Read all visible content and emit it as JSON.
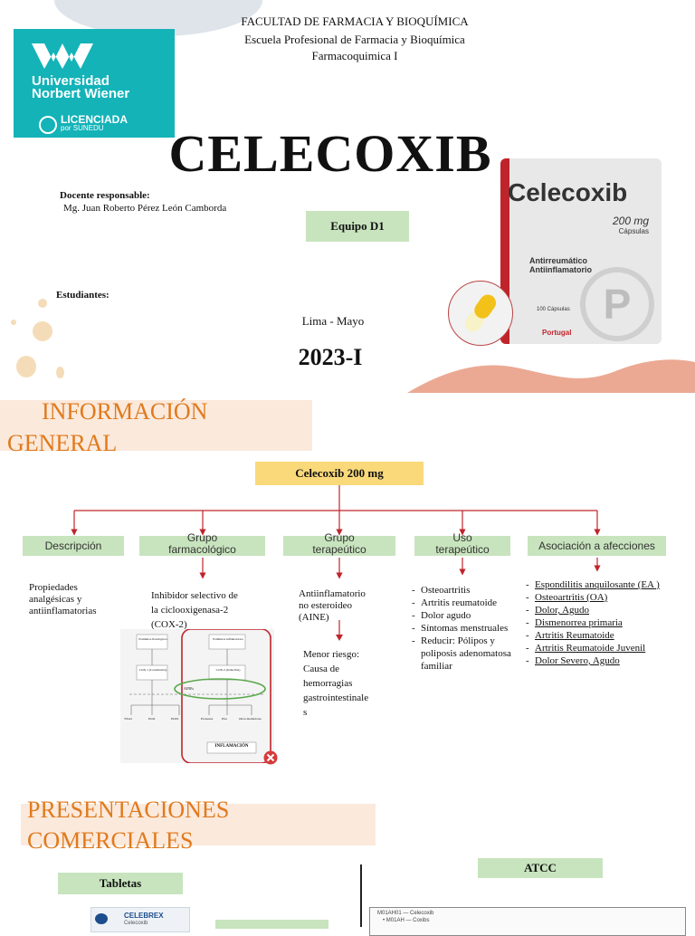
{
  "header": {
    "faculty": "FACULTAD DE FARMACIA Y BIOQUÍMICA",
    "school": "Escuela Profesional de Farmacia y Bioquímica",
    "course": "Farmacoquimica I"
  },
  "logo": {
    "university_line1": "Universidad",
    "university_line2": "Norbert Wiener",
    "licensed_line1": "LICENCIADA",
    "licensed_line2": "por SUNEDU"
  },
  "title": "CELECOXIB",
  "teacher": {
    "label": "Docente responsable:",
    "name": "Mg. Juan Roberto Pérez León Camborda"
  },
  "team": "Equipo D1",
  "students_label": "Estudiantes:",
  "place_date": "Lima - Mayo",
  "period": "2023-I",
  "product_box": {
    "brand": "Celecoxib",
    "dose": "200 mg",
    "form": "Cápsulas",
    "indication1": "Antirreumático",
    "indication2": "Antiinflamatorio",
    "count": "100 Cápsulas",
    "maker": "Portugal",
    "logo_letter": "P"
  },
  "section_info": {
    "line1": "INFORMACIÓN",
    "line2": "GENERAL"
  },
  "flow": {
    "root": "Celecoxib 200 mg",
    "boxes": [
      {
        "line1": "Descripción",
        "line2": ""
      },
      {
        "line1": "Grupo",
        "line2": "farmacológico"
      },
      {
        "line1": "Grupo",
        "line2": "terapeútico"
      },
      {
        "line1": "Uso",
        "line2": "terapeútico"
      },
      {
        "line1": "Asociación a afecciones",
        "line2": ""
      }
    ]
  },
  "descripcion": [
    "Propiedades",
    "analgésicas y",
    "antiinflamatorias"
  ],
  "grupo_farmacologico": [
    "Inhibidor selectivo de",
    "la ciclooxigenasa-2",
    "(COX-2)"
  ],
  "diagram": {
    "left_top": "Estimulos fisiológicos",
    "left_mid": "COX-1 (Constitutiva)",
    "right_top": "Estímulos inflamatorios",
    "right_mid": "COX-2 (Inducible)",
    "oval": "AINEs",
    "bottom_left": [
      "TXA2",
      "PGI2",
      "PGE2"
    ],
    "bottom_right": [
      "Proteasas",
      "PGs",
      "Otros mediadores"
    ],
    "box": "INFLAMACIÓN"
  },
  "grupo_terapeutico": [
    "Antiinflamatorio",
    "no esteroideo",
    "(AINE)"
  ],
  "menor_riesgo": [
    "Menor riesgo:",
    "Causa de",
    "hemorragias",
    "gastrointestinale",
    "s"
  ],
  "uso_terapeutico": [
    "Osteoartritis",
    "Artritis reumatoide",
    "Dolor agudo",
    "Síntomas menstruales",
    "Reducir: Pólipos y poliposis adenomatosa familiar"
  ],
  "afecciones": [
    "Espondilitis anquilosante (EA )",
    "Osteoartritis (OA)",
    "Dolor, Agudo",
    "Dismenorrea primaria",
    "Artritis Reumatoide",
    "Artritis Reumatoide Juvenil",
    "Dolor Severo, Agudo"
  ],
  "section_presentaciones": {
    "line1": "PRESENTACIONES",
    "line2": "COMERCIALES"
  },
  "tabletas": "Tabletas",
  "atcc": "ATCC",
  "atcc_panel": {
    "line1": "M01AH01 — Celecoxib",
    "line2": "• M01AH — Coxibs"
  },
  "celebrex": {
    "brand": "CELEBREX",
    "sub": "Celecoxib"
  },
  "colors": {
    "accent_orange": "#e07a1d",
    "green_box": "#c8e4be",
    "yellow_box": "#fad97a",
    "arrow_red": "#c0242b",
    "logo_teal": "#13b3b8"
  }
}
